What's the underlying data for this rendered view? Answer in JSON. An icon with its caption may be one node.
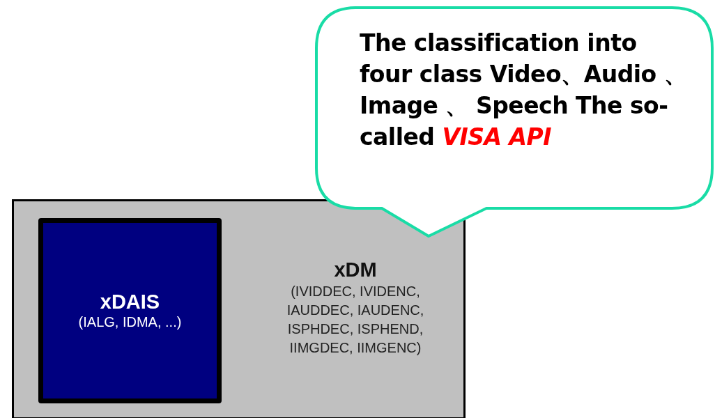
{
  "diagram": {
    "nodes": [
      {
        "text": [
          "xDM",
          "(IVIDDEC, IVIDENC, IAUDDEC, IAUDENC, ISPHDEC, ISPHEND, IIMGDEC, IIMGENC)"
        ]
      },
      {
        "text": [
          "xDAIS",
          "(IALG, IDMA, ...)"
        ],
        "in": 0
      },
      {
        "text": [
          "The classification into four class Video、Audio 、 Image 、 Speech The so-called",
          "VISA API"
        ]
      }
    ]
  }
}
